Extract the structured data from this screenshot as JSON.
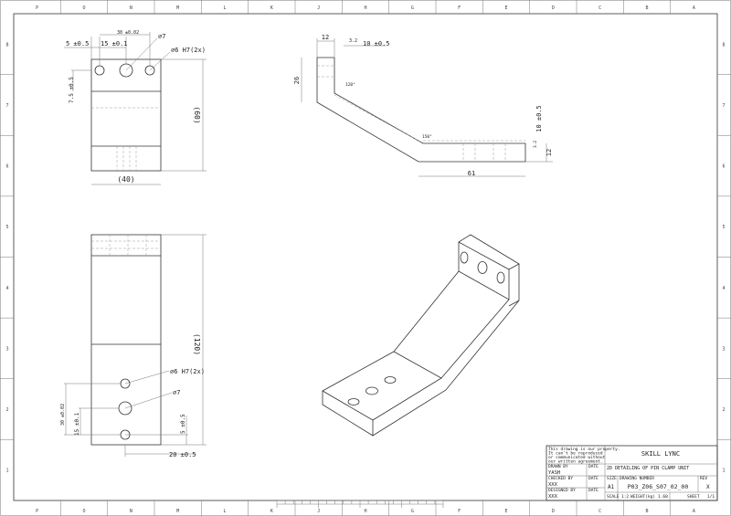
{
  "border": {
    "columns": [
      "P",
      "O",
      "N",
      "M",
      "L",
      "K",
      "J",
      "H",
      "G",
      "F",
      "E",
      "D",
      "C",
      "B",
      "A"
    ],
    "rows": [
      "8",
      "7",
      "6",
      "5",
      "4",
      "3",
      "2",
      "1"
    ]
  },
  "front_view": {
    "dim_width": "(40)",
    "dim_height": "(60)",
    "dim_edge": "5 ±0.5",
    "dim_pitch": "15 ±0.1",
    "dim_span": "30 ±0.02",
    "dim_vert": "7.5 ±0.5",
    "hole_center": "⌀7",
    "hole_side": "⌀6 H7(2x)"
  },
  "side_view": {
    "dim_top_width": "12",
    "dim_top_thk": "10 ±0.5",
    "roughness": "3.2",
    "dim_top_height": "26",
    "angle_upper": "120°",
    "angle_lower": "150°",
    "dim_bottom_len": "61",
    "dim_bottom_thk": "10 ±0.5",
    "dim_bottom_height": "12",
    "roughness2": "3.2"
  },
  "bottom_view": {
    "dim_length": "(120)",
    "dim_offset": "20 ±0.5",
    "dim_edge": "5 ±0.5",
    "dim_span": "30 ±0.02",
    "dim_pitch": "15 ±0.1",
    "hole_side": "⌀6 H7(2x)",
    "hole_center": "⌀7"
  },
  "title_block": {
    "notice": [
      "This drawing is our property.",
      "It can't be reproduced",
      "or communicated without",
      "our written agreement."
    ],
    "company": "SKILL LYNC",
    "title": "2D DETAILING OF PIN CLAMP UNIT",
    "drawn_by_label": "DRAWN BY",
    "drawn_by": "YASH",
    "checked_by_label": "CHECKED BY",
    "checked_by": "XXX",
    "designed_by_label": "DESIGNED BY",
    "designed_by": "XXX",
    "date_label": "DATE",
    "size_label": "SIZE",
    "size": "A1",
    "drawing_number_label": "DRAWING NUMBER",
    "drawing_number": "P03_Z06_S07_02_00",
    "rev_label": "REV",
    "rev": "X",
    "scale_label": "SCALE",
    "scale": "1:2",
    "weight_label": "WEIGHT(kg)",
    "weight": "1.60",
    "sheet_label": "SHEET",
    "sheet": "1/1"
  }
}
